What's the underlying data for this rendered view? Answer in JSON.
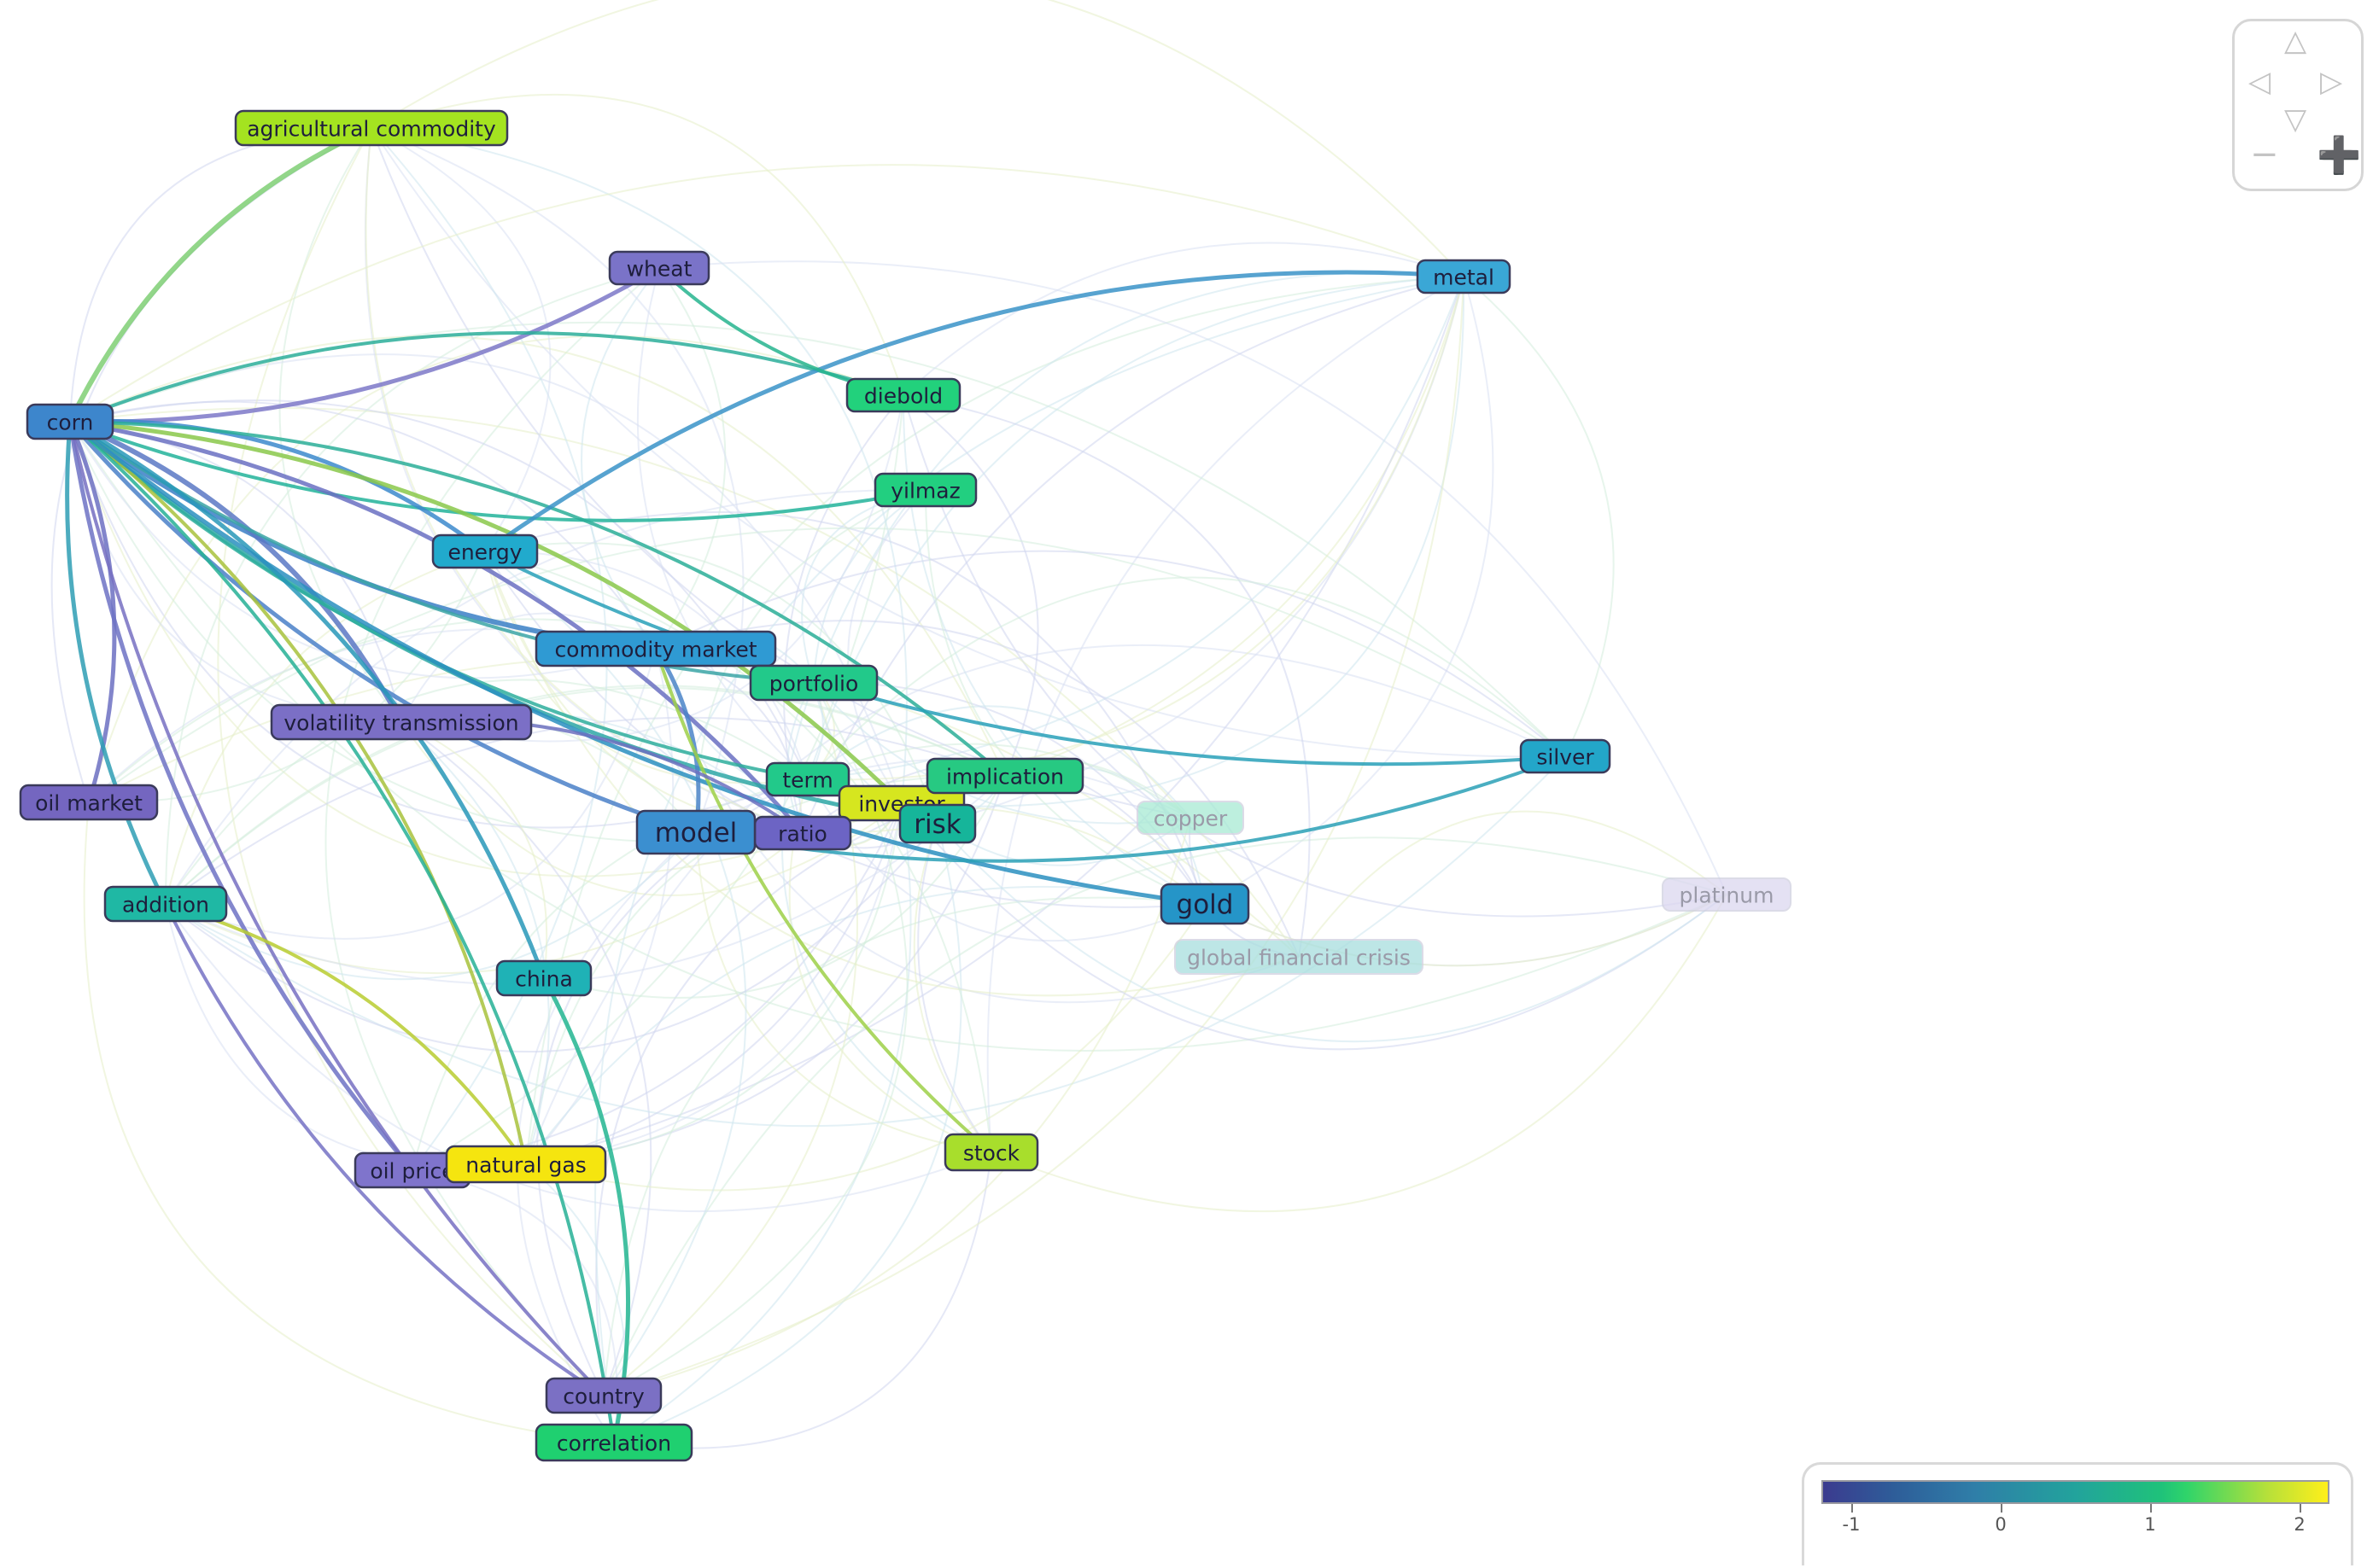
{
  "nodes": [
    {
      "id": "agricultural_commodity",
      "label": "agricultural commodity",
      "color": "#a4e320",
      "big": false,
      "faded": false
    },
    {
      "id": "wheat",
      "label": "wheat",
      "color": "#7a73c8",
      "big": false,
      "faded": false
    },
    {
      "id": "metal",
      "label": "metal",
      "color": "#3aa7d6",
      "big": false,
      "faded": false
    },
    {
      "id": "corn",
      "label": "corn",
      "color": "#3d86cc",
      "big": false,
      "faded": false
    },
    {
      "id": "diebold",
      "label": "diebold",
      "color": "#22d17c",
      "big": false,
      "faded": false
    },
    {
      "id": "yilmaz",
      "label": "yilmaz",
      "color": "#22cf80",
      "big": false,
      "faded": false
    },
    {
      "id": "energy",
      "label": "energy",
      "color": "#21aacd",
      "big": false,
      "faded": false
    },
    {
      "id": "commodity_market",
      "label": "commodity market",
      "color": "#2f9ad3",
      "big": false,
      "faded": false
    },
    {
      "id": "portfolio",
      "label": "portfolio",
      "color": "#22c98a",
      "big": false,
      "faded": false
    },
    {
      "id": "volatility_transmission",
      "label": "volatility transmission",
      "color": "#7b6fc6",
      "big": false,
      "faded": false
    },
    {
      "id": "oil_market",
      "label": "oil market",
      "color": "#7466c0",
      "big": false,
      "faded": false
    },
    {
      "id": "term",
      "label": "term",
      "color": "#22c98a",
      "big": false,
      "faded": false
    },
    {
      "id": "investor",
      "label": "investor",
      "color": "#d6e61f",
      "big": false,
      "faded": false
    },
    {
      "id": "implication",
      "label": "implication",
      "color": "#27c982",
      "big": false,
      "faded": false
    },
    {
      "id": "ratio",
      "label": "ratio",
      "color": "#6c64c4",
      "big": false,
      "faded": false
    },
    {
      "id": "model",
      "label": "model",
      "color": "#3b8fd0",
      "big": true,
      "faded": false
    },
    {
      "id": "risk",
      "label": "risk",
      "color": "#16b59a",
      "big": true,
      "faded": false
    },
    {
      "id": "copper",
      "label": "copper",
      "color": "#a8ead4",
      "big": false,
      "faded": true
    },
    {
      "id": "silver",
      "label": "silver",
      "color": "#23a6c9",
      "big": false,
      "faded": false
    },
    {
      "id": "gold",
      "label": "gold",
      "color": "#2595c8",
      "big": true,
      "faded": false
    },
    {
      "id": "platinum",
      "label": "platinum",
      "color": "#dcd7f0",
      "big": false,
      "faded": true
    },
    {
      "id": "addition",
      "label": "addition",
      "color": "#1fb8a4",
      "big": false,
      "faded": false
    },
    {
      "id": "global_financial_crisis",
      "label": "global financial crisis",
      "color": "#a8dede",
      "big": false,
      "faded": true
    },
    {
      "id": "china",
      "label": "china",
      "color": "#1fb2b6",
      "big": false,
      "faded": false
    },
    {
      "id": "oil_price",
      "label": "oil price",
      "color": "#7f74cc",
      "big": false,
      "faded": false
    },
    {
      "id": "natural_gas",
      "label": "natural gas",
      "color": "#f5e50f",
      "big": false,
      "faded": false
    },
    {
      "id": "stock",
      "label": "stock",
      "color": "#a8de2c",
      "big": false,
      "faded": false
    },
    {
      "id": "country",
      "label": "country",
      "color": "#7b70c4",
      "big": false,
      "faded": false
    },
    {
      "id": "correlation",
      "label": "correlation",
      "color": "#1fd070",
      "big": false,
      "faded": false
    }
  ],
  "navigation": {
    "up_icon": "triangle-up",
    "down_icon": "triangle-down",
    "left_icon": "triangle-left",
    "right_icon": "triangle-right",
    "zoom_out_icon": "minus",
    "zoom_in_icon": "plus"
  },
  "legend": {
    "colors": [
      "#3b3b8f",
      "#2e5d99",
      "#2f7ea8",
      "#22a39c",
      "#1fc27a",
      "#b6e03a",
      "#ffef1a"
    ],
    "ticks": [
      {
        "value": -1,
        "label": "-1"
      },
      {
        "value": 0,
        "label": "0"
      },
      {
        "value": 1,
        "label": "1"
      },
      {
        "value": 2,
        "label": "2"
      }
    ],
    "min": -1.2,
    "max": 2.2
  }
}
